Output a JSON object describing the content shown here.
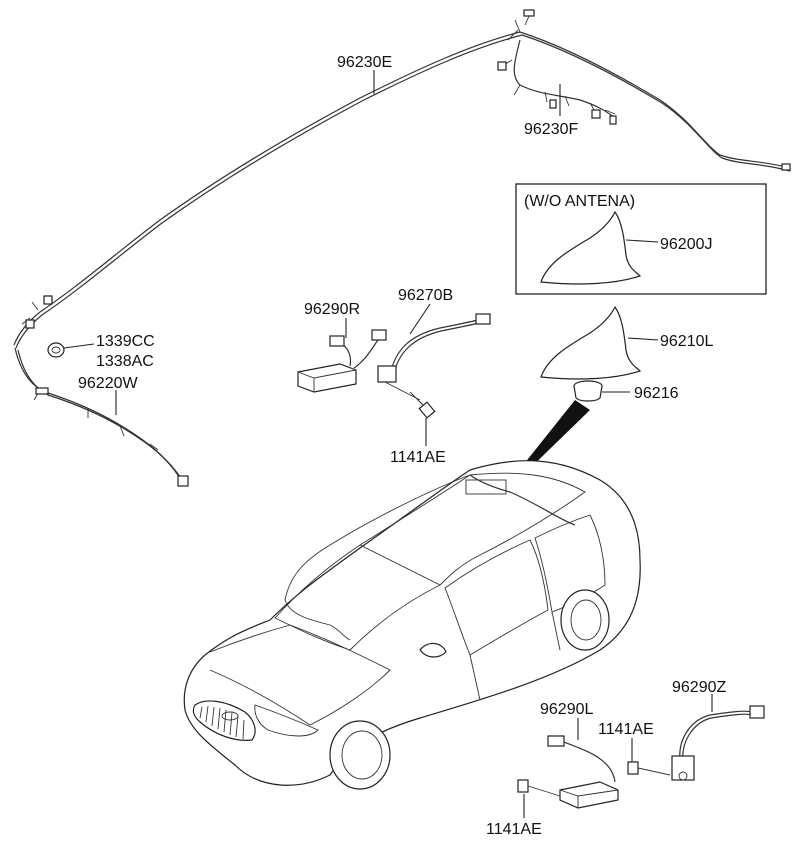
{
  "parts": {
    "p96230E": "96230E",
    "p96230F": "96230F",
    "wo_antenna": "(W/O ANTENA)",
    "p96200J": "96200J",
    "p96210L": "96210L",
    "p96216": "96216",
    "p96290R": "96290R",
    "p96270B": "96270B",
    "p1141AE_mid": "1141AE",
    "p1339CC": "1339CC",
    "p1338AC": "1338AC",
    "p96220W": "96220W",
    "p96290L": "96290L",
    "p96290Z": "96290Z",
    "p1141AE_right": "1141AE",
    "p1141AE_bottom": "1141AE"
  }
}
